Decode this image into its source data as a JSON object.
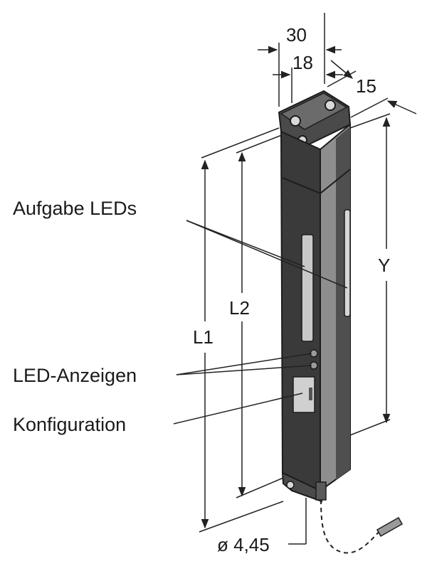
{
  "labels": {
    "aufgabe_leds": "Aufgabe LEDs",
    "led_anzeigen": "LED-Anzeigen",
    "konfiguration": "Konfiguration"
  },
  "dimensions": {
    "width_30": "30",
    "width_18": "18",
    "depth_15": "15",
    "length_l1": "L1",
    "length_l2": "L2",
    "length_y": "Y",
    "cable_diameter": "ø 4,45"
  },
  "colors": {
    "housing_dark": "#3a3a3a",
    "housing_mid": "#5a5a5a",
    "side_face": "#8e8e8e",
    "led_window": "#c8c8c8",
    "line": "#222222"
  }
}
